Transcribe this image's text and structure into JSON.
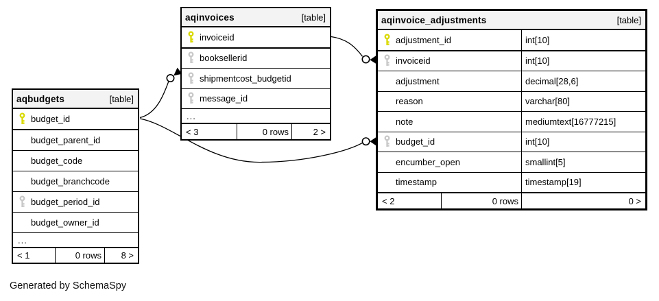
{
  "generator_note": "Generated by SchemaSpy",
  "colors": {
    "primary_key": "#d9d900",
    "foreign_key": "#c8c8c8",
    "table_header_bg": "#f3f3f3",
    "border": "#000000"
  },
  "tables": [
    {
      "name": "aqbudgets",
      "badge": "[table]",
      "columns": [
        {
          "name": "budget_id",
          "key": "primary"
        },
        {
          "name": "budget_parent_id",
          "key": null
        },
        {
          "name": "budget_code",
          "key": null
        },
        {
          "name": "budget_branchcode",
          "key": null
        },
        {
          "name": "budget_period_id",
          "key": "foreign"
        },
        {
          "name": "budget_owner_id",
          "key": null
        }
      ],
      "truncated": "...",
      "footer": {
        "parents": "< 1",
        "rows": "0 rows",
        "children": "8 >"
      }
    },
    {
      "name": "aqinvoices",
      "badge": "[table]",
      "columns": [
        {
          "name": "invoiceid",
          "key": "primary"
        },
        {
          "name": "booksellerid",
          "key": "foreign"
        },
        {
          "name": "shipmentcost_budgetid",
          "key": "foreign"
        },
        {
          "name": "message_id",
          "key": "foreign"
        }
      ],
      "truncated": "...",
      "footer": {
        "parents": "< 3",
        "rows": "0 rows",
        "children": "2 >"
      }
    },
    {
      "name": "aqinvoice_adjustments",
      "badge": "[table]",
      "columns": [
        {
          "name": "adjustment_id",
          "type": "int[10]",
          "key": "primary"
        },
        {
          "name": "invoiceid",
          "type": "int[10]",
          "key": "foreign"
        },
        {
          "name": "adjustment",
          "type": "decimal[28,6]",
          "key": null
        },
        {
          "name": "reason",
          "type": "varchar[80]",
          "key": null
        },
        {
          "name": "note",
          "type": "mediumtext[16777215]",
          "key": null
        },
        {
          "name": "budget_id",
          "type": "int[10]",
          "key": "foreign"
        },
        {
          "name": "encumber_open",
          "type": "smallint[5]",
          "key": null
        },
        {
          "name": "timestamp",
          "type": "timestamp[19]",
          "key": null
        }
      ],
      "footer": {
        "parents": "< 2",
        "rows": "0 rows",
        "children": "0 >"
      }
    }
  ],
  "relationships": [
    {
      "from": "aqinvoices.invoiceid",
      "to": "aqinvoice_adjustments.invoiceid"
    },
    {
      "from": "aqbudgets.budget_id",
      "to": "aqinvoices.shipmentcost_budgetid"
    },
    {
      "from": "aqbudgets.budget_id",
      "to": "aqinvoice_adjustments.budget_id"
    }
  ]
}
